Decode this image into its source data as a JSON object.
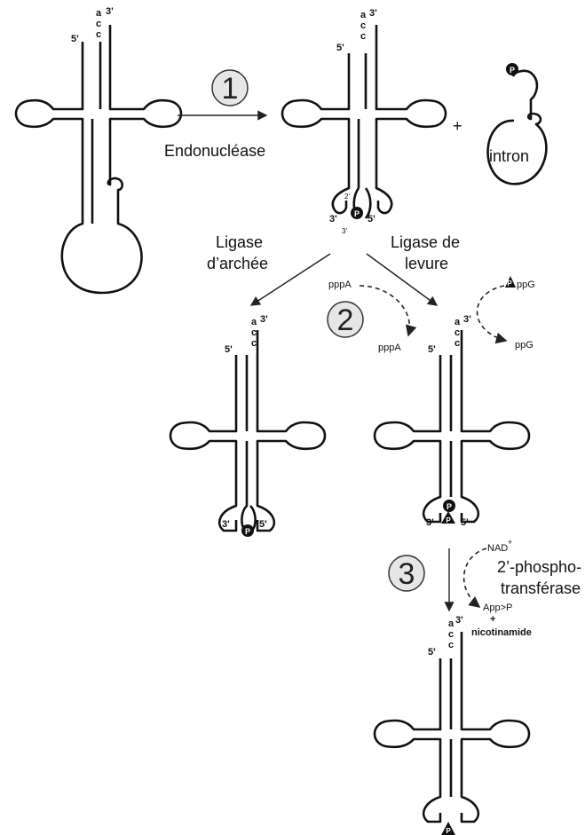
{
  "steps": {
    "step1": "1",
    "step2": "2",
    "step3": "3"
  },
  "labels": {
    "endonuclease": "Endonucléase",
    "intron": "intron",
    "archaea_ligase_line1": "Ligase",
    "archaea_ligase_line2": "d’archée",
    "yeast_ligase_line1": "Ligase de",
    "yeast_ligase_line2": "levure",
    "phosphotransferase_line1": "2’-phospho-",
    "phosphotransferase_line2": "transférase",
    "plus": "+"
  },
  "molecules": {
    "pppA": "pppA",
    "pppA_out": "pppA",
    "pppG_in": "ppG",
    "ppG_out": "ppG",
    "nad": "NAD",
    "nad_sup": "+",
    "app_p": "App>P",
    "plus_small": "+",
    "nicotinamide": "nicotinamide"
  },
  "ends": {
    "five_prime": "5'",
    "three_prime": "3'",
    "two_prime": "2'",
    "a": "a",
    "c": "c",
    "phosphate": "P"
  }
}
